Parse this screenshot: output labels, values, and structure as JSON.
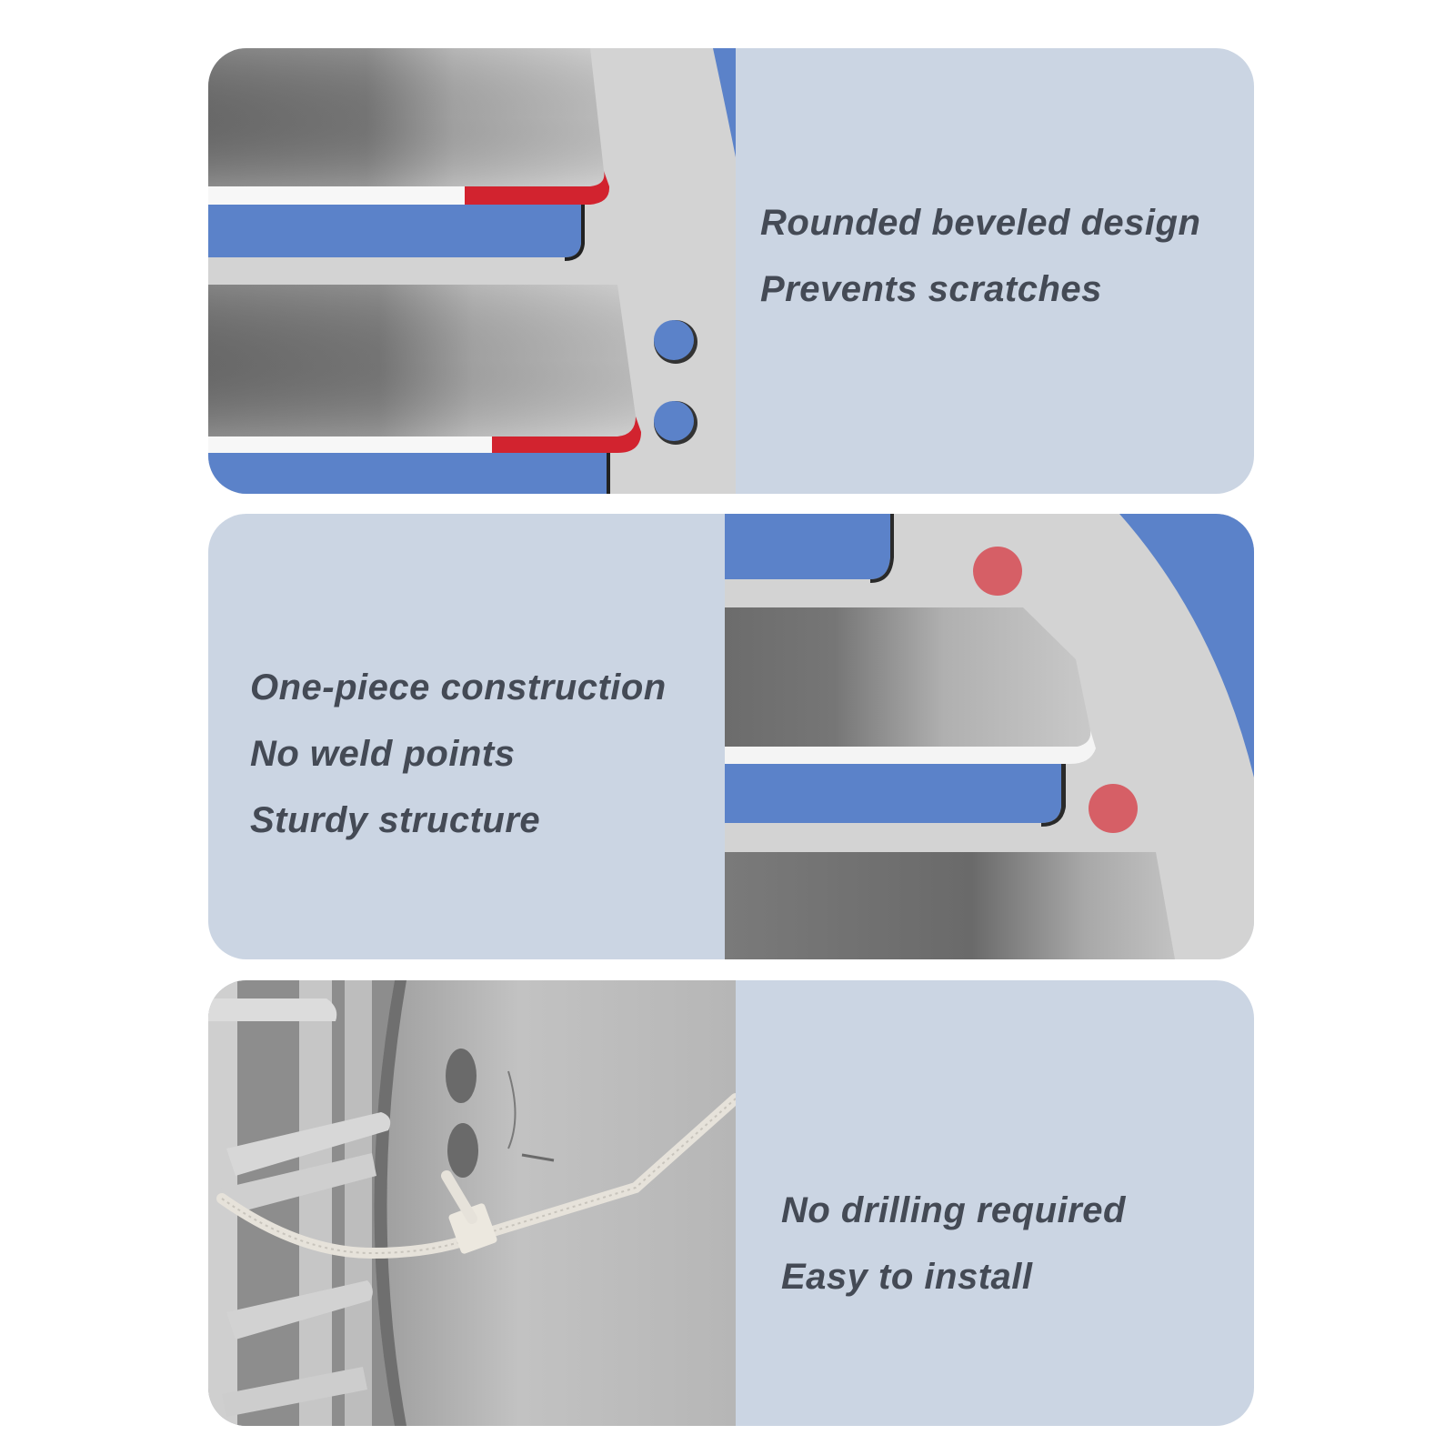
{
  "panels": [
    {
      "lines": [
        "Rounded beveled design",
        "Prevents scratches"
      ]
    },
    {
      "lines": [
        "One-piece construction",
        "No weld points",
        "Sturdy structure"
      ]
    },
    {
      "lines": [
        "No drilling required",
        "Easy to install"
      ]
    }
  ],
  "colors": {
    "panel_background": "#cbd5e3",
    "caption_text": "#444a55",
    "accent_blue": "#5b82c9",
    "accent_red": "#d2232f",
    "marker_red": "#d65f66",
    "metal_light": "#d3d3d3"
  }
}
